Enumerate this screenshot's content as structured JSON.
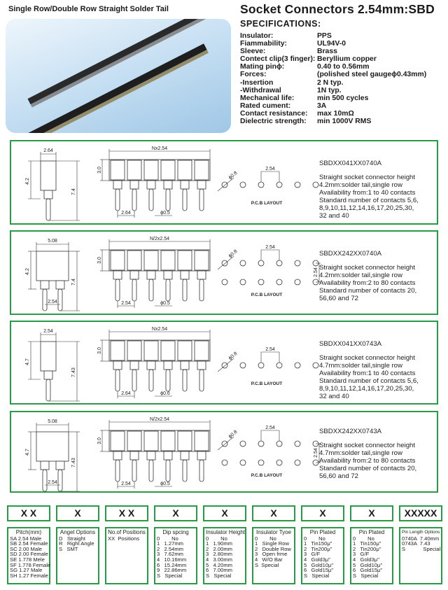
{
  "header": {
    "left_title": "Single Row/Double Row Straight  Solder Tail",
    "right_title": "Socket Connectors 2.54mm:SBD",
    "spec_heading": "SPECIFICATIONS:"
  },
  "specs": [
    {
      "k": "Insulator:",
      "v": "PPS"
    },
    {
      "k": "Fiammability:",
      "v": "UL94V-0"
    },
    {
      "k": "Sleeve:",
      "v": "Brass"
    },
    {
      "k": "Contect clip(3 finger):",
      "v": "Beryllium copper"
    },
    {
      "k": "Mating pinϕ:",
      "v": "0.40 to 0.56mm"
    },
    {
      "k": "Forces:",
      "v": "(polished steel gaugeϕ0.43mm)"
    },
    {
      "k": "-Insertion",
      "v": "2 N typ."
    },
    {
      "k": "-Withdrawal",
      "v": "1N typ."
    },
    {
      "k": "Mechanical life:",
      "v": " min 500 cycles"
    },
    {
      "k": "Rated cument:",
      "v": "3A"
    },
    {
      "k": "Contact resistance:",
      "v": " max 10mΩ"
    },
    {
      "k": "Dielectric strength:",
      "v": " min 1000V RMS"
    }
  ],
  "panels": [
    {
      "part": "SBDXX041XX0740A",
      "desc": [
        "Straight socket connector height",
        "4.2mm:solder tail,single row",
        "Availability from:1 to 40 contacts",
        "Standard number of contacts 5,6,",
        "8,9,10,11,12,14,16,17,20,25,30,",
        "32  and 40"
      ],
      "rows": 1,
      "dims": {
        "side_w": "2.64",
        "side_h": "4.2",
        "total_h": "7.4",
        "top": "Nx2.54",
        "body": "3.0",
        "pitch": "2.64",
        "pin": "ϕ0.5",
        "pcb_dia": "ϕ0.8",
        "pcb_pitch": "2.54",
        "pcb_label": "P.C.B LAYOUT"
      }
    },
    {
      "part": "SBDXX242XX0740A",
      "desc": [
        "Straight socket connector height",
        "4.2mm:solder tail,single row",
        "Availability from:2 to 80 contacts",
        "Standard number of contacts 20,",
        "56,60 and 72"
      ],
      "rows": 2,
      "dims": {
        "side_w": "5.08",
        "side_h": "4.2",
        "total_h": "7.4",
        "side_pitch": "2.54",
        "top": "N/2x2.54",
        "body": "3.0",
        "pitch": "2.54",
        "pin": "ϕ0.5",
        "pcb_dia": "ϕ0.8",
        "pcb_pitch": "2.54",
        "row_pitch": "2.54",
        "pcb_label": "P.C.B LAYOUT"
      }
    },
    {
      "part": "SBDXX041XX0743A",
      "desc": [
        "Straight socket connector height",
        "4.7mm:solder tail,single row",
        "Availability from:1 to 40 contacts",
        "Standard number of contacts 5,6,",
        "8,9,10,11,12,14,16,17,20,25,30,",
        "32 and 40"
      ],
      "rows": 1,
      "dims": {
        "side_w": "2.54",
        "side_h": "4.7",
        "total_h": "7.43",
        "top": "Nx2.54",
        "body": "3.0",
        "pitch": "2.64",
        "pin": "ϕ0.6",
        "pcb_dia": "ϕ0.8",
        "pcb_pitch": "2.54",
        "pcb_label": "P.C.B LAYOUT"
      }
    },
    {
      "part": "SBDXX242XX0743A",
      "desc": [
        "Straight socket connector height",
        "4.7mm:solder tail,single row",
        "Availability from:2 to 80 contacts",
        "Standard number of contacts 20,",
        "56,60 and 72"
      ],
      "rows": 2,
      "dims": {
        "side_w": "5.08",
        "side_h": "4.7",
        "total_h": "7.43",
        "side_pitch": "2.54",
        "top": "N/2x2.54",
        "body": "3.0",
        "pitch": "2.54",
        "pin": "ϕ0.5",
        "pcb_dia": "ϕ0.8",
        "pcb_pitch": "2.54",
        "row_pitch": "2.54",
        "pcb_label": "P.C.B LAYOUT"
      }
    }
  ],
  "ordering": [
    {
      "code": "X X",
      "title": "Pitch(mm)",
      "items": [
        "SA 2.54 Male",
        "SB 2.54 Female",
        "SC 2.00 Male",
        "SD 2.00 Female",
        "SE 1.778 Mele",
        "SF 1.778 Female",
        "SG 1.27 Male",
        "SH 1.27 Female"
      ]
    },
    {
      "code": "X",
      "title": "Angel Options",
      "items": [
        "D   Straight",
        "R   Right Angle",
        "S   SMT"
      ]
    },
    {
      "code": "X X",
      "title": "No.of Positions",
      "items": [
        "XX  Positions"
      ]
    },
    {
      "code": "X",
      "title": "Dip spcing",
      "items": [
        "0        No",
        "1   1.27mm",
        "2   2.54mm",
        "3   7.62mm",
        "4   10.16mm",
        "6   15.24mm",
        "9   22.86mm",
        "S   Special"
      ]
    },
    {
      "code": "X",
      "title": "Insulator Height",
      "items": [
        "0        No",
        "1   1.90mm",
        "2   2.00mm",
        "3   2.80mm",
        "4   3.00mm",
        "5   4.20mm",
        "6   7.00mm",
        "S   Special"
      ]
    },
    {
      "code": "X",
      "title": "Insulator Tyoe",
      "items": [
        "0        No",
        "1   Single Row",
        "2   Double Row",
        "3   Open frme",
        "4   W/O Bar",
        "S  Special"
      ]
    },
    {
      "code": "X",
      "title": "Pin Plated",
      "items": [
        "0        No",
        "1   Tin150μ\"",
        "2   Tin200μ\"",
        "3   G/F",
        "4   Gold3μ\"",
        "5   Gold10μ\"",
        "6   Gold15μ\"",
        "S   Special"
      ]
    },
    {
      "code": "X",
      "title": "Pin Plated",
      "items": [
        "0        No",
        "1   Tin150μ\"",
        "2   Tin200μ\"",
        "3   G/F",
        "4   Gold3μ\"",
        "5   Gold10μ\"",
        "6   Gold15μ\"",
        "S   Special"
      ]
    },
    {
      "code": "XXXXX",
      "title": "Pin Length Options",
      "items": [
        "0740A  7.40mm",
        "0743A  7.43",
        "S            Special"
      ]
    }
  ]
}
